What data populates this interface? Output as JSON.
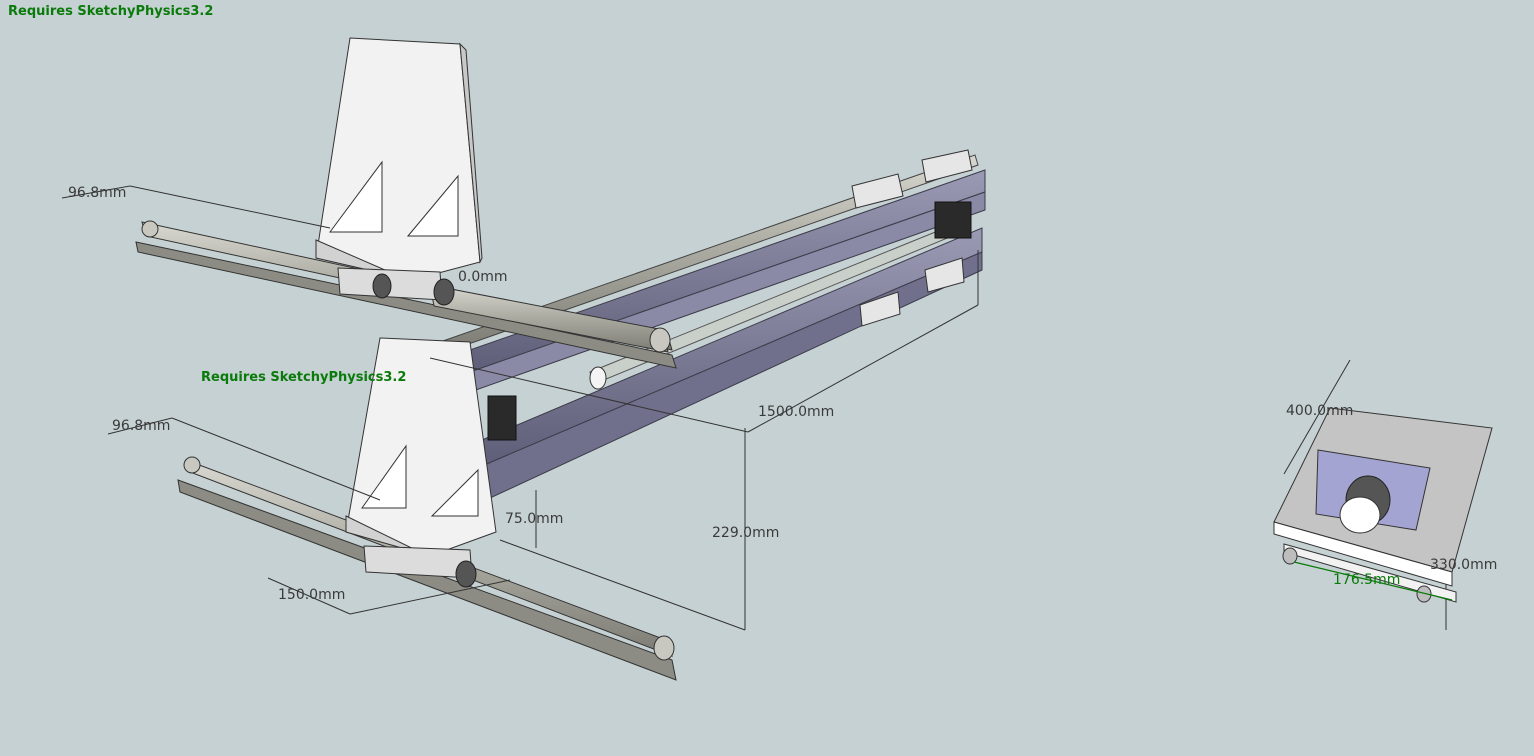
{
  "notes": {
    "top_left": "Requires SketchyPhysics3.2",
    "middle": "Requires SketchyPhysics3.2"
  },
  "dimensions": {
    "d_96_8_top": "96.8mm",
    "d_0_0": "0.0mm",
    "d_96_8_bottom": "96.8mm",
    "d_1500": "1500.0mm",
    "d_75": "75.0mm",
    "d_229": "229.0mm",
    "d_150": "150.0mm",
    "d_400": "400.0mm",
    "d_330": "330.0mm",
    "d_176_5": "176.5mm"
  },
  "colors": {
    "background": "#c6d1d3",
    "note_text": "#0a7a0a",
    "extrusion": "#7a7a96",
    "rod": "#b9b9b0",
    "carriage": "#e4e4e4"
  }
}
